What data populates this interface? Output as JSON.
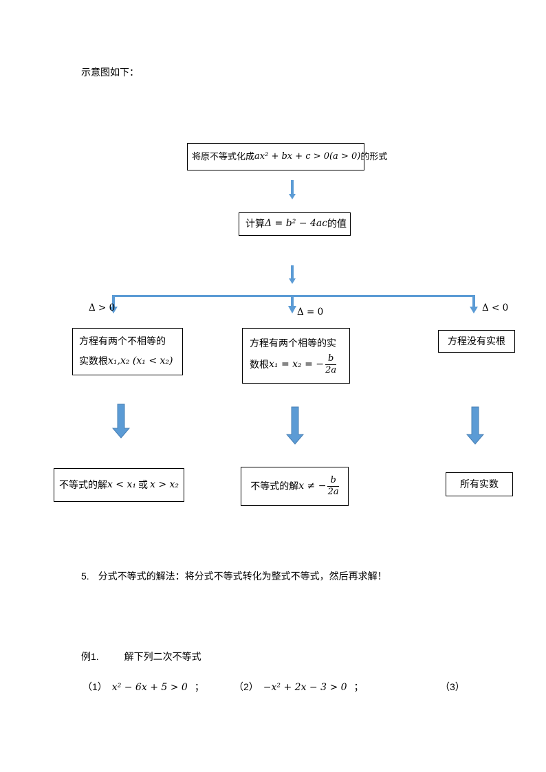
{
  "page": {
    "intro_text": "示意图如下：",
    "note": {
      "number": "5.",
      "text": "分式不等式的解法：将分式不等式转化为整式不等式，然后再求解！"
    },
    "example": {
      "label": "例1.",
      "title": "解下列二次不等式"
    },
    "equations": [
      {
        "num": "（1）",
        "expr": "x² − 6x + 5 > 0",
        "sep": "；"
      },
      {
        "num": "（2）",
        "expr": "−x² + 2x − 3 > 0",
        "sep": "；"
      },
      {
        "num": "（3）",
        "expr": "",
        "sep": ""
      }
    ]
  },
  "flowchart": {
    "accent_color": "#5B9BD5",
    "accent_dark_color": "#4A80B5",
    "box_normalize": {
      "prefix": "将原不等式化成",
      "math": "ax² + bx + c > 0(a > 0)",
      "suffix": "的形式"
    },
    "box_discriminant": {
      "prefix": "计算",
      "math": "Δ = b² − 4ac",
      "suffix": "的值"
    },
    "branches": {
      "left": "Δ > 0",
      "middle": "Δ = 0",
      "right": "Δ < 0"
    },
    "case_two_distinct": {
      "line1": "方程有两个不相等的",
      "line2_prefix": "实数根",
      "line2_math": "x₁,x₂ (x₁ < x₂)"
    },
    "case_two_equal": {
      "line1": "方程有两个相等的实",
      "line2_prefix": "数根",
      "line2_math": "x₁ = x₂ = −",
      "frac": {
        "num": "b",
        "den": "2a"
      }
    },
    "case_no_root": {
      "text": "方程没有实根"
    },
    "sol_distinct": {
      "prefix": "不等式的解",
      "math1": "x < x₁",
      "mid": "或",
      "math2": "x > x₂"
    },
    "sol_equal": {
      "prefix": "不等式的解",
      "math": "x ≠ −",
      "frac": {
        "num": "b",
        "den": "2a"
      }
    },
    "sol_none": {
      "text": "所有实数"
    }
  }
}
